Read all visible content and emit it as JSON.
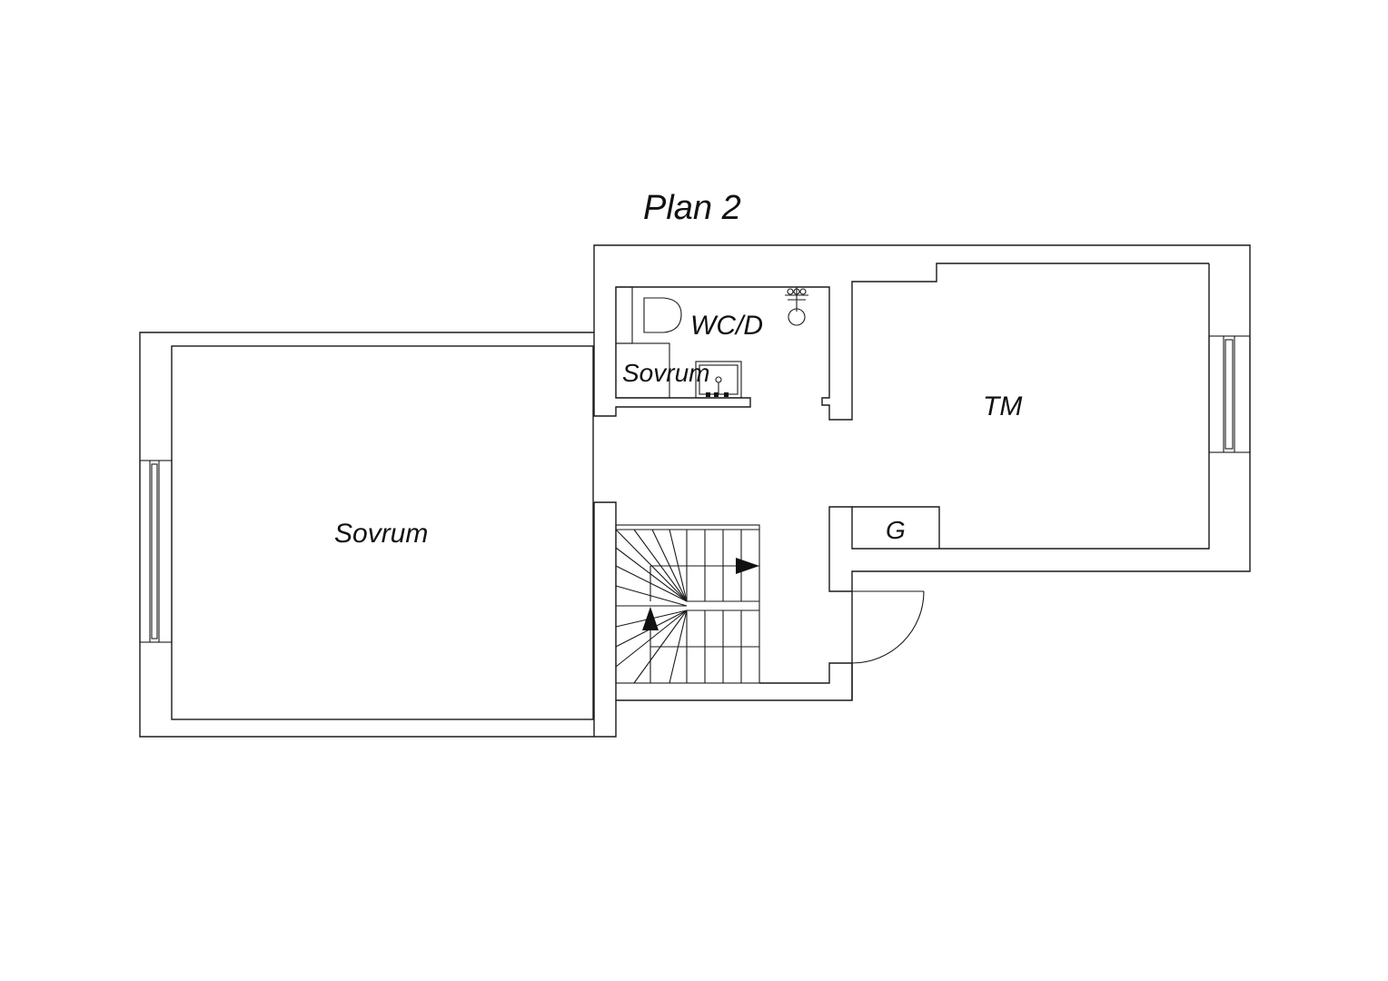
{
  "plan": {
    "title": "Plan 2",
    "rooms": [
      {
        "key": "bedroom-left",
        "label": "Sovrum"
      },
      {
        "key": "bedroom-right",
        "label": "Sovrum"
      },
      {
        "key": "bathroom",
        "label": "WC/D"
      },
      {
        "key": "laundry",
        "label": "TM"
      },
      {
        "key": "closet",
        "label": "G"
      }
    ]
  }
}
